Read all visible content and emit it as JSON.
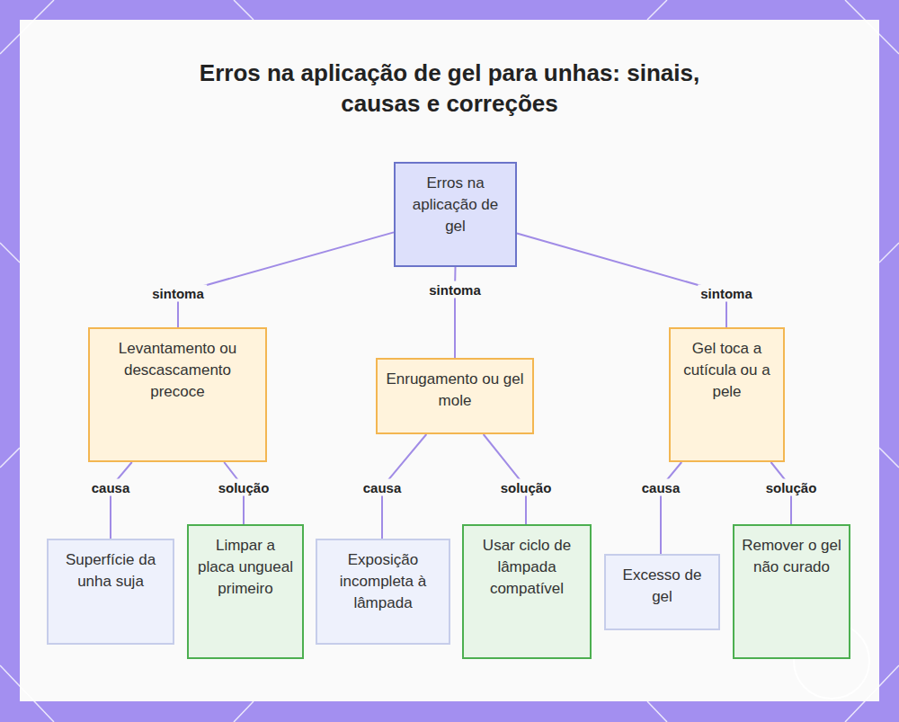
{
  "diagram": {
    "title": "Erros na aplicação de gel para unhas: sinais, causas e correções",
    "nodes": [
      {
        "text": [
          "Erros na aplicação de gel"
        ]
      },
      {
        "text": [
          "Levantamento ou descascamento precoce"
        ]
      },
      {
        "text": [
          "Enrugamento ou gel mole"
        ]
      },
      {
        "text": [
          "Gel toca a cutícula ou a pele"
        ]
      },
      {
        "text": [
          "Superfície da unha suja"
        ]
      },
      {
        "text": [
          "Limpar a placa ungueal primeiro"
        ]
      },
      {
        "text": [
          "Exposição incompleta à lâmpada"
        ]
      },
      {
        "text": [
          "Usar ciclo de lâmpada compatível"
        ]
      },
      {
        "text": [
          "Excesso de gel"
        ]
      },
      {
        "text": [
          "Remover o gel não curado"
        ]
      }
    ],
    "edges": [
      {
        "from": 0,
        "to": 1,
        "label": "sintoma",
        "arrow": "none"
      },
      {
        "from": 0,
        "to": 2,
        "label": "sintoma",
        "arrow": "none"
      },
      {
        "from": 0,
        "to": 3,
        "label": "sintoma",
        "arrow": "none"
      },
      {
        "from": 1,
        "to": 4,
        "label": "causa",
        "arrow": "none"
      },
      {
        "from": 1,
        "to": 5,
        "label": "solução",
        "arrow": "none"
      },
      {
        "from": 2,
        "to": 6,
        "label": "causa",
        "arrow": "none"
      },
      {
        "from": 2,
        "to": 7,
        "label": "solução",
        "arrow": "none"
      },
      {
        "from": 3,
        "to": 8,
        "label": "causa",
        "arrow": "none"
      },
      {
        "from": 3,
        "to": 9,
        "label": "solução",
        "arrow": "none"
      }
    ]
  }
}
